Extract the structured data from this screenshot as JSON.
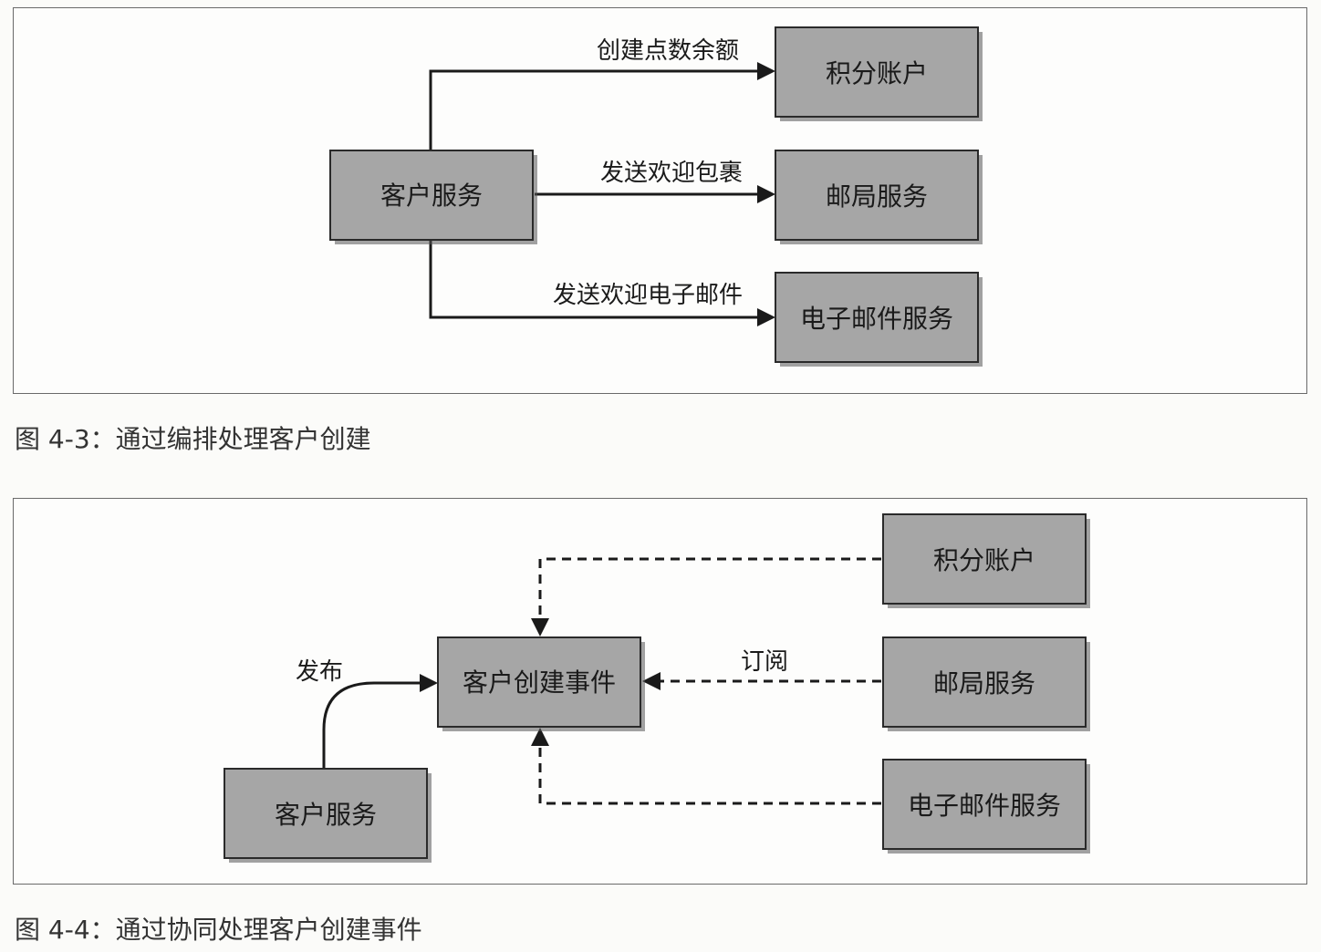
{
  "figure1": {
    "caption": "图 4-3：通过编排处理客户创建",
    "nodes": {
      "customer_service": "客户服务",
      "loyalty_account": "积分账户",
      "postal_service": "邮局服务",
      "email_service": "电子邮件服务"
    },
    "edges": {
      "create_points": "创建点数余额",
      "send_welcome_pack": "发送欢迎包裹",
      "send_welcome_email": "发送欢迎电子邮件"
    }
  },
  "figure2": {
    "caption": "图 4-4：通过协同处理客户创建事件",
    "nodes": {
      "customer_service": "客户服务",
      "customer_created_event": "客户创建事件",
      "loyalty_account": "积分账户",
      "postal_service": "邮局服务",
      "email_service": "电子邮件服务"
    },
    "edges": {
      "publish": "发布",
      "subscribe": "订阅"
    }
  }
}
